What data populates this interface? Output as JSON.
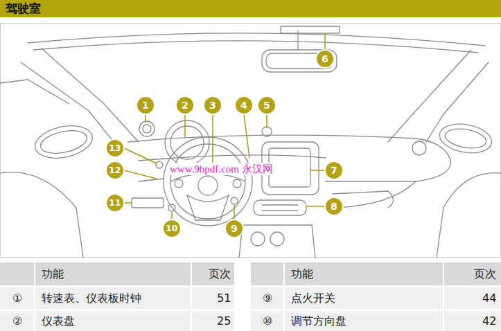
{
  "diagram": {
    "title": "驾驶室",
    "labels": [
      "1",
      "2",
      "3",
      "4",
      "5",
      "6",
      "7",
      "8",
      "9",
      "10",
      "11",
      "12",
      "13",
      "www.9bpdf.com 永汉网",
      "功能",
      "页次",
      "①",
      "转速表、仪表板时钟",
      "51",
      "②",
      "仪表盘",
      "25",
      "功能",
      "页次",
      "⑨",
      "点火开关",
      "44",
      "⑩",
      "调节方向盘",
      "42"
    ]
  }
}
